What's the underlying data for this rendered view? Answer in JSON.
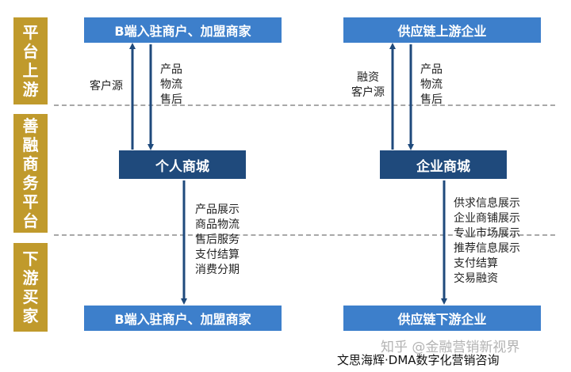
{
  "side_labels": {
    "upstream": "平台\n上游",
    "platform": "善融\n商务\n平台",
    "downstream": "下游\n买家"
  },
  "left_column": {
    "top_box": "B端入驻商户、加盟商家",
    "center_box": "个人商城",
    "bottom_box": "B端入驻商户、加盟商家",
    "up_label": "客户源",
    "down_label": "产品\n物流\n售后",
    "service_list": "产品展示\n商品物流\n售后服务\n支付结算\n消费分期"
  },
  "right_column": {
    "top_box": "供应链上游企业",
    "center_box": "企业商城",
    "bottom_box": "供应链下游企业",
    "up_label": "融资\n客户源",
    "down_label": "产品\n物流\n售后",
    "service_list": "供求信息展示\n企业商铺展示\n专业市场展示\n推荐信息展示\n支付结算\n交易融资"
  },
  "watermark": "知乎 @金融营销新视界",
  "footer": "文思海辉·DMA数字化营销咨询",
  "colors": {
    "gold": "#c09a2c",
    "light_blue": "#3d7fcb",
    "dark_blue": "#1f4a7c",
    "arrow": "#1f4a7c"
  }
}
